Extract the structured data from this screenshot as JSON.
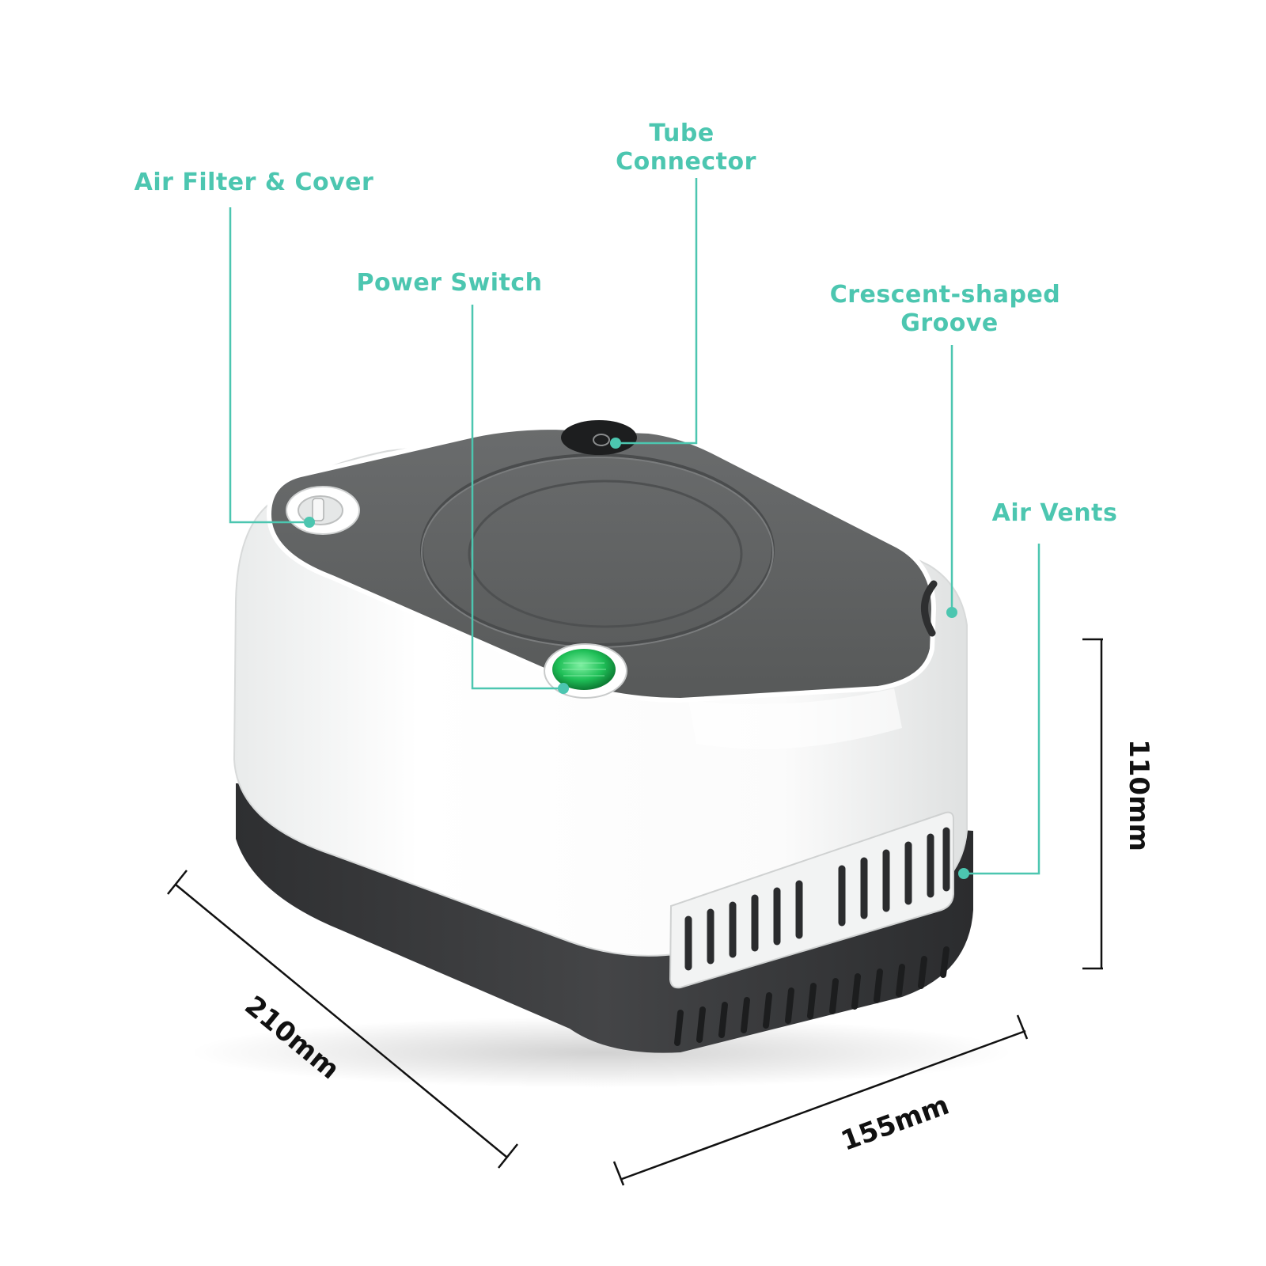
{
  "colors": {
    "accent": "#4cc6b0",
    "body_white": "#f5f6f6",
    "top_panel": "#5f6162",
    "base_dark": "#3d3e40",
    "switch_green": "#19b650",
    "dimension": "#111111"
  },
  "labels": {
    "air_filter": "Air Filter & Cover",
    "tube_connector": [
      "Tube",
      "Connector"
    ],
    "power_switch": "Power Switch",
    "crescent_groove": [
      "Crescent-shaped",
      "Groove"
    ],
    "air_vents": "Air Vents"
  },
  "dimensions": {
    "depth": "210mm",
    "width": "155mm",
    "height": "110mm"
  }
}
